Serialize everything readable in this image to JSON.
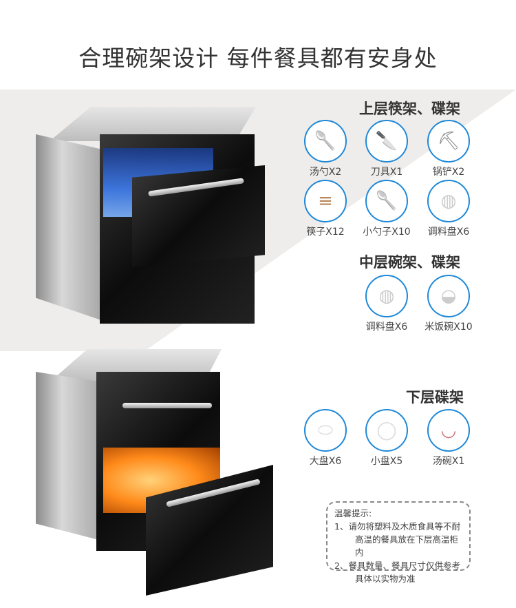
{
  "title": "合理碗架设计  每件餐具都有安身处",
  "sections": [
    {
      "heading": "上层筷架、碟架",
      "items": [
        {
          "icon": "soup-ladle",
          "label": "汤勺X2"
        },
        {
          "icon": "cleaver-knife",
          "label": "刀具X1"
        },
        {
          "icon": "spatula",
          "label": "锅铲X2"
        },
        {
          "icon": "chopsticks",
          "label": "筷子X12"
        },
        {
          "icon": "small-spoon",
          "label": "小勺子X10"
        },
        {
          "icon": "sauce-dish",
          "label": "调料盘X6"
        }
      ]
    },
    {
      "heading": "中层碗架、碟架",
      "items": [
        {
          "icon": "sauce-dish",
          "label": "调料盘X6"
        },
        {
          "icon": "rice-bowl",
          "label": "米饭碗X10"
        }
      ]
    },
    {
      "heading": "下层碟架",
      "items": [
        {
          "icon": "large-plate",
          "label": "大盘X6"
        },
        {
          "icon": "small-plate",
          "label": "小盘X5"
        },
        {
          "icon": "soup-bowl",
          "label": "汤碗X1"
        }
      ]
    }
  ],
  "tips": {
    "title": "温馨提示:",
    "l1a": "1、请勿将塑料及木质食具等不耐",
    "l1b": "高温的餐具放在下层高温柜内",
    "l2a": "2、餐具数量、餐具尺寸仅供参考",
    "l2b": "具体以实物为准"
  },
  "colors": {
    "circle_border": "#1e88d8"
  }
}
